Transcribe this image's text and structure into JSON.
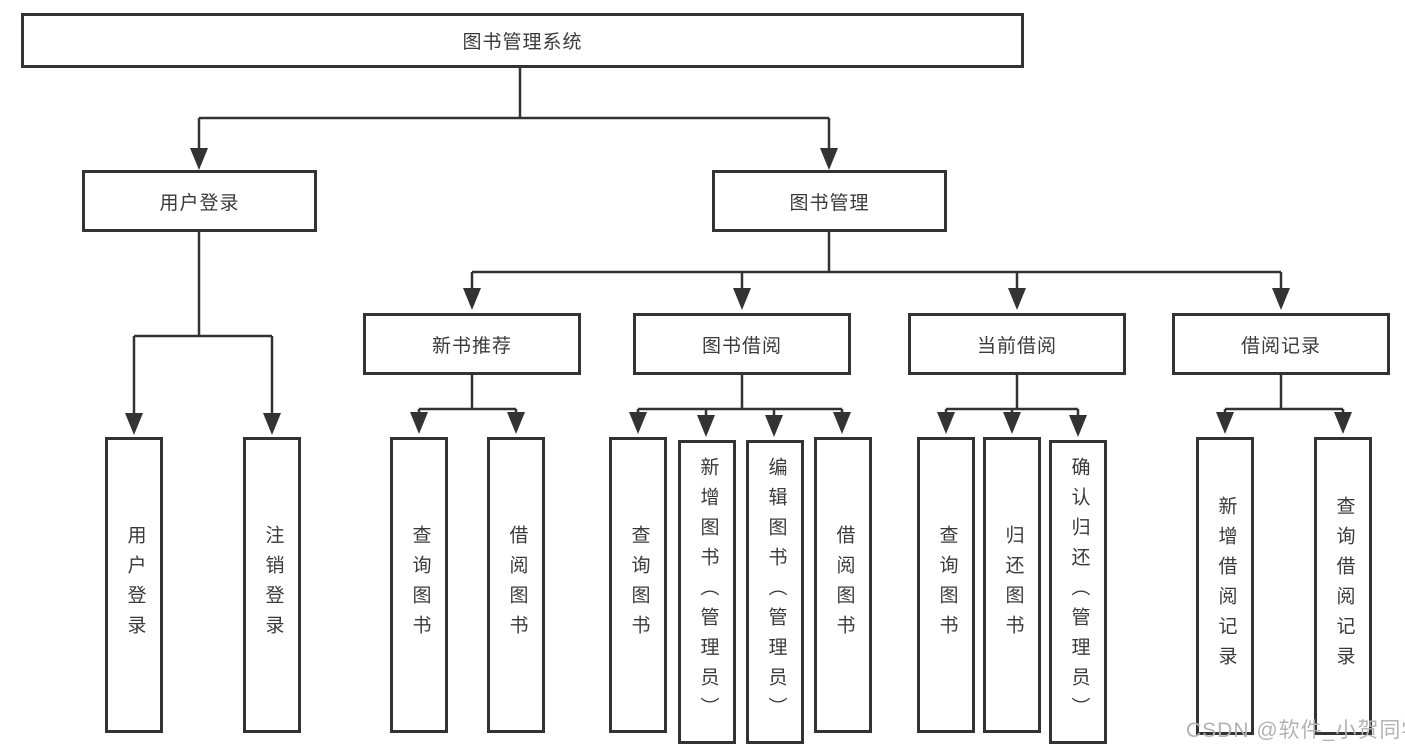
{
  "diagram": {
    "root": {
      "label": "图书管理系统"
    },
    "branches": [
      {
        "label": "用户登录",
        "children": [
          {
            "label": "用户登录"
          },
          {
            "label": "注销登录"
          }
        ]
      },
      {
        "label": "图书管理",
        "children": [
          {
            "label": "新书推荐",
            "children": [
              {
                "label": "查询图书"
              },
              {
                "label": "借阅图书"
              }
            ]
          },
          {
            "label": "图书借阅",
            "children": [
              {
                "label": "查询图书"
              },
              {
                "label": "新增图书（管理员）"
              },
              {
                "label": "编辑图书（管理员）"
              },
              {
                "label": "借阅图书"
              }
            ]
          },
          {
            "label": "当前借阅",
            "children": [
              {
                "label": "查询图书"
              },
              {
                "label": "归还图书"
              },
              {
                "label": "确认归还（管理员）"
              }
            ]
          },
          {
            "label": "借阅记录",
            "children": [
              {
                "label": "新增借阅记录"
              },
              {
                "label": "查询借阅记录"
              }
            ]
          }
        ]
      }
    ]
  },
  "watermark": "CSDN @软件_小贺同学",
  "colors": {
    "line": "#333333",
    "box_border": "#333333",
    "box_fill": "#ffffff",
    "text": "#3a3a3a",
    "watermark": "#b3b3b3",
    "background": "#ffffff"
  }
}
